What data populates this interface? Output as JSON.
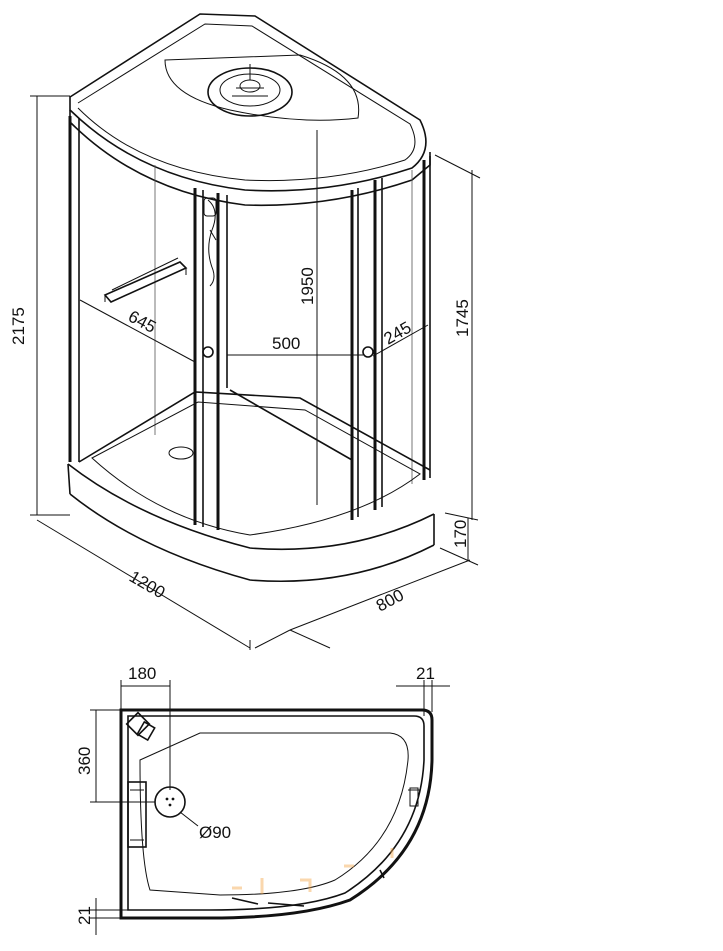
{
  "dimensions": {
    "total_height": "2175",
    "cabin_height": "1745",
    "inner_height": "1950",
    "base_height": "170",
    "width": "1200",
    "depth": "800",
    "diag_left": "645",
    "door_width": "500",
    "diag_right": "245"
  },
  "plan": {
    "offset_x": "180",
    "frame": "21",
    "offset_y": "360",
    "frame_bottom": "21",
    "drain": "Ø90"
  },
  "colors": {
    "line": "#111111",
    "background": "#ffffff",
    "watermark": "#f3a64a"
  }
}
